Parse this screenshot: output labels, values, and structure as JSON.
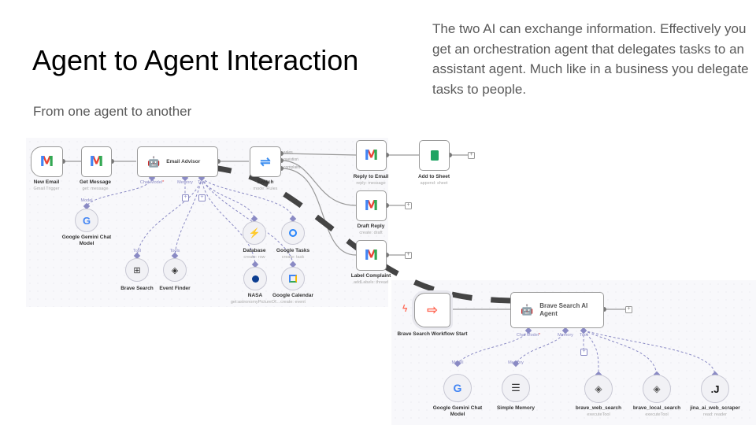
{
  "slide": {
    "title": "Agent to Agent Interaction",
    "subtitle": "From one agent to another",
    "description": "The two AI can exchange information. Effectively you get an orchestration agent that delegates tasks to an assistant agent. Much like in a business you delegate tasks to people."
  },
  "workflow1": {
    "nodes": {
      "new_email": {
        "title": "New Email",
        "subtitle": "Gmail Trigger",
        "icon": "gmail-icon"
      },
      "get_message": {
        "title": "Get Message",
        "subtitle": "get: message",
        "icon": "gmail-icon"
      },
      "email_advisor": {
        "title": "Email Advisor",
        "icon": "robot-icon"
      },
      "switch": {
        "title": "Switch",
        "subtitle": "mode: Rules",
        "icon": "signpost-icon",
        "outputs": [
          "sales",
          "question",
          "complaint"
        ]
      },
      "reply_to_email": {
        "title": "Reply to Email",
        "subtitle": "reply: message",
        "icon": "gmail-icon"
      },
      "add_to_sheet": {
        "title": "Add to Sheet",
        "subtitle": "append: sheet",
        "icon": "google-sheets-icon"
      },
      "draft_reply": {
        "title": "Draft Reply",
        "subtitle": "create: draft",
        "icon": "gmail-icon"
      },
      "label_complaint": {
        "title": "Label Complaint",
        "subtitle": "addLabels: thread",
        "icon": "gmail-icon"
      }
    },
    "ports": {
      "chat_model": "Chat Model",
      "required_mark": "*",
      "memory": "Memory",
      "tool": "Tool"
    },
    "subnodes": [
      {
        "port": "Model",
        "title": "Google Gemini Chat Model",
        "subtitle": "",
        "icon": "google-icon"
      },
      {
        "port": "Tool",
        "title": "Brave Search",
        "subtitle": "",
        "icon": "sitemap-icon"
      },
      {
        "port": "Tools",
        "title": "Event Finder",
        "subtitle": "",
        "icon": "mcp-icon"
      },
      {
        "port": "",
        "title": "Database",
        "subtitle": "create: row",
        "icon": "supabase-icon"
      },
      {
        "port": "",
        "title": "Google Tasks",
        "subtitle": "create: task",
        "icon": "google-tasks-icon"
      },
      {
        "port": "",
        "title": "NASA",
        "subtitle": "get:astronomyPictureOf...",
        "icon": "nasa-icon"
      },
      {
        "port": "",
        "title": "Google Calendar",
        "subtitle": "create: event",
        "icon": "google-calendar-icon"
      }
    ]
  },
  "workflow2": {
    "nodes": {
      "trigger": {
        "title": "Brave Search Workflow Start",
        "icon": "workflow-start-icon"
      },
      "agent": {
        "title": "Brave Search AI Agent",
        "icon": "robot-icon"
      }
    },
    "ports": {
      "chat_model": "Chat Model",
      "required_mark": "*",
      "memory": "Memory",
      "tool": "Tool"
    },
    "subnodes": [
      {
        "port": "Model",
        "title": "Google Gemini Chat Model",
        "subtitle": "",
        "icon": "google-icon"
      },
      {
        "port": "Memory",
        "title": "Simple Memory",
        "subtitle": "",
        "icon": "database-icon"
      },
      {
        "port": "",
        "title": "brave_web_search",
        "subtitle": "executeTool",
        "icon": "mcp-icon"
      },
      {
        "port": "",
        "title": "brave_local_search",
        "subtitle": "executeTool",
        "icon": "mcp-icon"
      },
      {
        "port": "",
        "title": "jina_ai_web_scraper",
        "subtitle": "read: reader",
        "icon": "jina-icon"
      }
    ]
  },
  "colors": {
    "accent": "#ff6d5a",
    "port": "#8a8ac4",
    "connector": "#444444"
  }
}
